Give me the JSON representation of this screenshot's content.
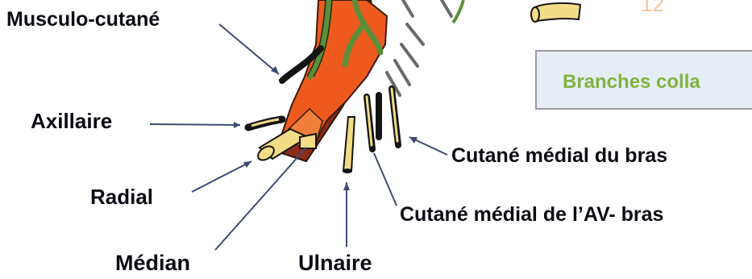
{
  "labels": {
    "musculo_cutane": "Musculo-cutané",
    "axillaire": "Axillaire",
    "radial": "Radial",
    "median": "Médian",
    "ulnaire": "Ulnaire",
    "cutane_medial_bras": "Cutané médial du bras",
    "cutane_medial_av_bras": "Cutané médial de l’AV- bras"
  },
  "callout": {
    "text": "Branches colla"
  },
  "figure_number": "12",
  "colors": {
    "label_text": "#0b0b14",
    "artery": "#ee5a1e",
    "vessel_dark": "#8b2d16",
    "nerve_fill": "#f3dc86",
    "nerve_outline": "#141414",
    "green_branch": "#5b8f3a",
    "leader_line": "#3d4b73",
    "callout_bg": "#e7edf5",
    "callout_text": "#7fb33f",
    "figure_number": "#f3c49d"
  }
}
